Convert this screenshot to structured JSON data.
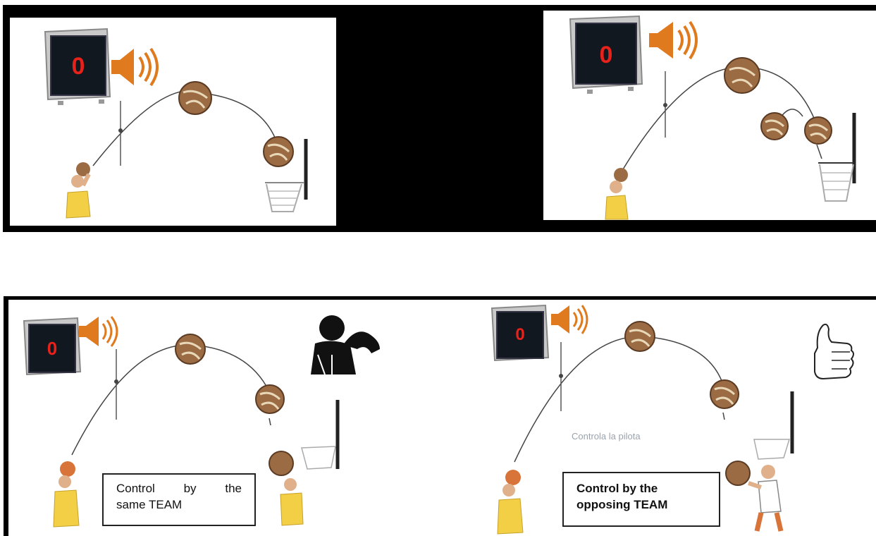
{
  "scoreboards": {
    "top_left": "0",
    "top_right": "0",
    "bottom_left": "0",
    "bottom_right": "0"
  },
  "captions": {
    "same_team": "Control   by   the\nsame TEAM",
    "opposing_team": "Control by the\nopposing TEAM"
  },
  "faint_text": "Controla la pilota",
  "colors": {
    "black_frame": "#000000",
    "score_red": "#e8221b",
    "speaker_orange": "#e07a1f",
    "ball_brown": "#9b6b44",
    "jersey_yellow": "#f2cf45"
  }
}
